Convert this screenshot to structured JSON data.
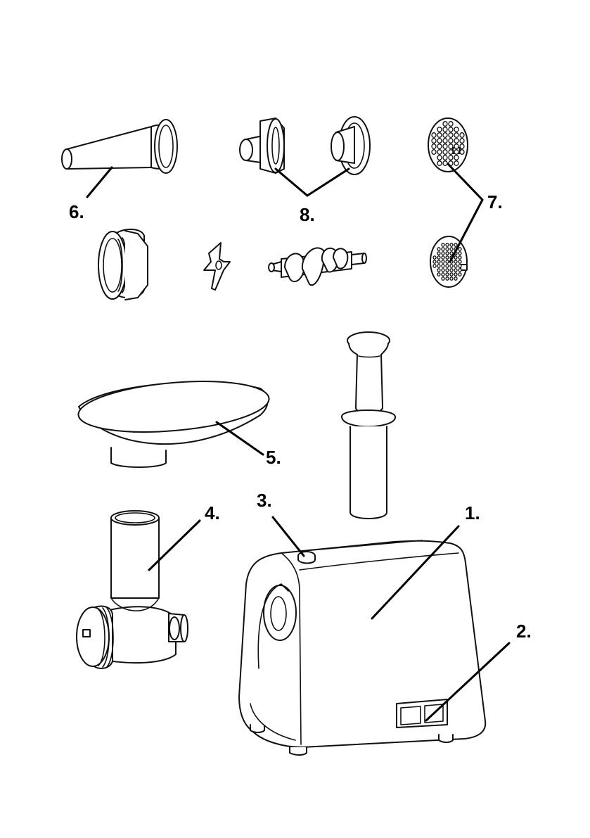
{
  "callouts": {
    "c1": "1.",
    "c2": "2.",
    "c3": "3.",
    "c4": "4.",
    "c5": "5.",
    "c6": "6.",
    "c7": "7.",
    "c8": "8."
  },
  "parts": [
    "motor-housing",
    "on-off-switch",
    "reverse-button",
    "grinder-head",
    "feed-tray",
    "sausage-attachment",
    "grinding-plates",
    "kebbe-attachment",
    "ring-nut",
    "blade",
    "auger",
    "pusher"
  ]
}
